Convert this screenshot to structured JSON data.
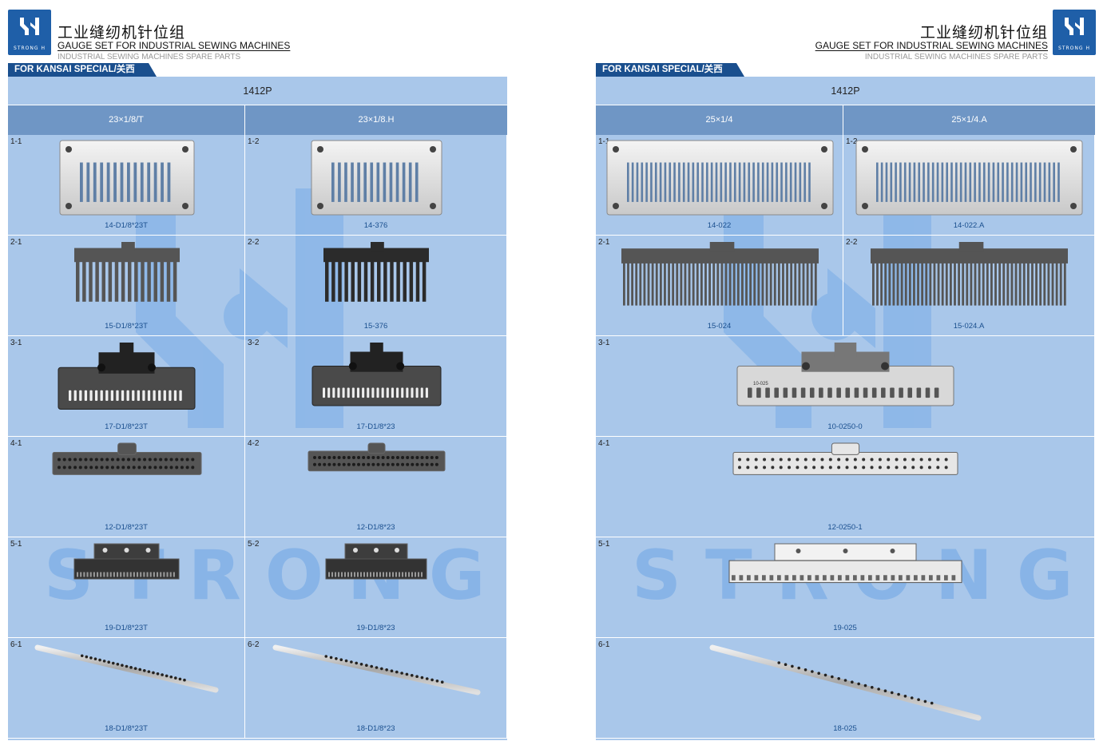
{
  "header": {
    "logo_text": "STRONG H",
    "title_zh": "工业缝纫机针位组",
    "title_en": "GAUGE SET FOR INDUSTRIAL SEWING MACHINES",
    "subtitle": "INDUSTRIAL SEWING MACHINES SPARE PARTS",
    "brand": "FOR KANSAI SPECIAL/关西"
  },
  "colors": {
    "brand": "#1a4f8e",
    "panel": "#a9c7ea",
    "column_header": "#6f96c5",
    "watermark": "#6ea6e6"
  },
  "watermark": "STRONG H",
  "left": {
    "model": "1412P",
    "columns": [
      "23×1/8/T",
      "23×1/8.H"
    ],
    "rows": [
      [
        {
          "idx": "1-1",
          "code": "14-D1/8*23T",
          "icon": "needle-plate-icon"
        },
        {
          "idx": "1-2",
          "code": "14-376",
          "icon": "needle-plate-icon"
        }
      ],
      [
        {
          "idx": "2-1",
          "code": "15-D1/8*23T",
          "icon": "feed-dog-icon"
        },
        {
          "idx": "2-2",
          "code": "15-376",
          "icon": "feed-dog-icon"
        }
      ],
      [
        {
          "idx": "3-1",
          "code": "17-D1/8*23T",
          "icon": "presser-foot-icon"
        },
        {
          "idx": "3-2",
          "code": "17-D1/8*23",
          "icon": "presser-foot-icon"
        }
      ],
      [
        {
          "idx": "4-1",
          "code": "12-D1/8*23T",
          "icon": "needle-clamp-icon"
        },
        {
          "idx": "4-2",
          "code": "12-D1/8*23",
          "icon": "needle-clamp-icon"
        }
      ],
      [
        {
          "idx": "5-1",
          "code": "19-D1/8*23T",
          "icon": "looper-holder-icon"
        },
        {
          "idx": "5-2",
          "code": "19-D1/8*23",
          "icon": "looper-holder-icon"
        }
      ],
      [
        {
          "idx": "6-1",
          "code": "18-D1/8*23T",
          "icon": "spreader-rod-icon"
        },
        {
          "idx": "6-2",
          "code": "18-D1/8*23",
          "icon": "spreader-rod-icon"
        }
      ]
    ]
  },
  "right": {
    "model": "1412P",
    "columns": [
      "25×1/4",
      "25×1/4.A"
    ],
    "rows": [
      [
        {
          "idx": "1-1",
          "code": "14-022",
          "icon": "needle-plate-icon"
        },
        {
          "idx": "1-2",
          "code": "14-022.A",
          "icon": "needle-plate-icon"
        }
      ],
      [
        {
          "idx": "2-1",
          "code": "15-024",
          "icon": "feed-dog-icon"
        },
        {
          "idx": "2-2",
          "code": "15-024.A",
          "icon": "feed-dog-icon"
        }
      ],
      [
        {
          "idx": "3-1",
          "code": "10-0250-0",
          "icon": "presser-foot-icon",
          "stamp": "10-025"
        }
      ],
      [
        {
          "idx": "4-1",
          "code": "12-0250-1",
          "icon": "needle-clamp-icon"
        }
      ],
      [
        {
          "idx": "5-1",
          "code": "19-025",
          "icon": "looper-holder-icon"
        }
      ],
      [
        {
          "idx": "6-1",
          "code": "18-025",
          "icon": "spreader-rod-icon"
        }
      ]
    ]
  }
}
